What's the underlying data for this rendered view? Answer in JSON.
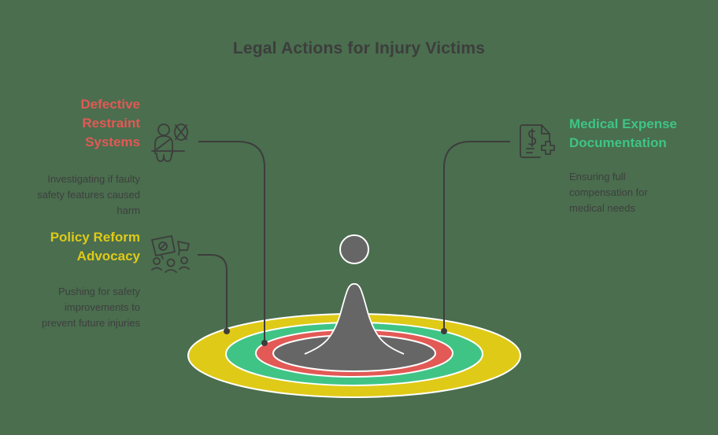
{
  "title": "Legal Actions for Injury Victims",
  "colors": {
    "background": "#4a6e4e",
    "red": "#e25955",
    "yellow": "#dfca17",
    "green": "#3fc486",
    "center_gray": "#666666",
    "line": "#3d3d3d"
  },
  "items": [
    {
      "heading": "Defective Restraint Systems",
      "heading_lines": [
        "Defective",
        "Restraint",
        "Systems"
      ],
      "description_lines": [
        "Investigating if faulty",
        "safety features caused",
        "harm"
      ],
      "color": "#e25955",
      "icon": "seatbelt-person-icon",
      "ring": "red"
    },
    {
      "heading": "Policy Reform Advocacy",
      "heading_lines": [
        "Policy Reform",
        "Advocacy"
      ],
      "description_lines": [
        "Pushing for safety",
        "improvements to",
        "prevent future injuries"
      ],
      "color": "#dfca17",
      "icon": "protest-group-icon",
      "ring": "yellow"
    },
    {
      "heading": "Medical Expense Documentation",
      "heading_lines": [
        "Medical Expense",
        "Documentation"
      ],
      "description_lines": [
        "Ensuring full",
        "compensation for",
        "medical needs"
      ],
      "color": "#3fc486",
      "icon": "medical-bill-icon",
      "ring": "green"
    }
  ]
}
